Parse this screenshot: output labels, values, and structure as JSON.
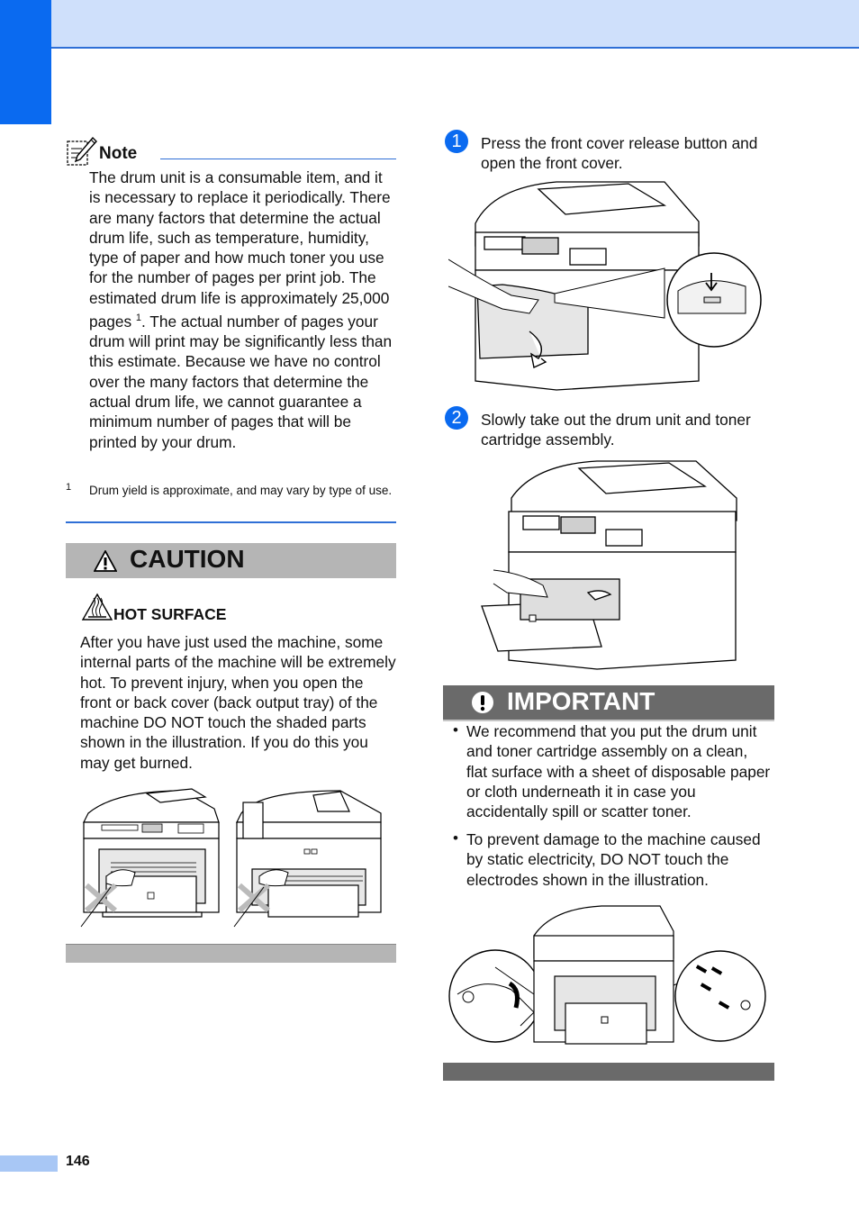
{
  "page_number": "146",
  "note": {
    "title": "Note",
    "body_part1": "The drum unit is a consumable item, and it is necessary to replace it periodically. There are many factors that determine the actual drum life, such as temperature, humidity, type of paper and how much toner you use for the number of pages per print job. The estimated drum life is approximately 25,000 pages ",
    "footnote_ref": "1",
    "body_part2": ". The actual number of pages your drum will print may be significantly less than this estimate. Because we have no control over the many factors that determine the actual drum life, we cannot guarantee a minimum number of pages that will be printed by your drum.",
    "footnote_number": "1",
    "footnote_text": "Drum yield is approximate, and may vary by type of use."
  },
  "caution": {
    "title": "CAUTION",
    "subtitle": "HOT SURFACE",
    "body": "After you have just used the machine, some internal parts of the machine will be extremely hot. To prevent injury, when you open the front or back cover (back output tray) of the machine DO NOT touch the shaded parts shown in the illustration. If you do this you may get burned."
  },
  "steps": [
    {
      "number": "1",
      "text": "Press the front cover release button and open the front cover."
    },
    {
      "number": "2",
      "text": "Slowly take out the drum unit and toner cartridge assembly."
    }
  ],
  "important": {
    "title": "IMPORTANT",
    "bullets": [
      "We recommend that you put the drum unit and toner cartridge assembly on a clean, flat surface with a sheet of disposable paper or cloth underneath it in case you accidentally spill or scatter toner.",
      "To prevent damage to the machine caused by static electricity, DO NOT touch the electrodes shown in the illustration."
    ]
  },
  "icons": {
    "note": "pencil-note-icon",
    "caution": "warning-triangle-icon",
    "hot_surface": "hot-surface-icon",
    "important": "exclamation-icon"
  },
  "colors": {
    "accent_blue": "#0a6af0",
    "caution_gray": "#b5b5b5",
    "important_gray": "#6a6a6a"
  }
}
